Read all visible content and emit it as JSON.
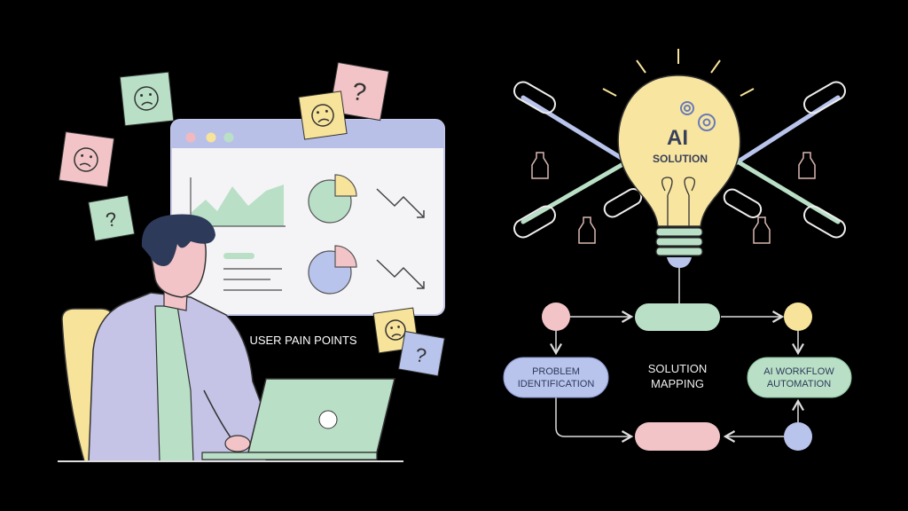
{
  "left_panel": {
    "caption": "USER PAIN POINTS",
    "sticky_notes": [
      {
        "icon": "sad-face-icon",
        "color": "#b9e0c6"
      },
      {
        "icon": "question-mark-icon",
        "text": "?",
        "color": "#f2c4c7"
      },
      {
        "icon": "sad-face-icon",
        "color": "#f7e39a"
      },
      {
        "icon": "sad-face-icon",
        "color": "#f2c4c7"
      },
      {
        "icon": "question-mark-icon",
        "text": "?",
        "color": "#b9e0c6"
      },
      {
        "icon": "sad-face-icon",
        "color": "#f7e39a"
      },
      {
        "icon": "question-mark-icon",
        "text": "?",
        "color": "#b8c4ec"
      }
    ]
  },
  "right_panel": {
    "bulb": {
      "title": "AI",
      "subtitle": "SOLUTION"
    },
    "flow": {
      "problem": "PROBLEM\nIDENTIFICATION",
      "problem_lines": [
        "PROBLEM",
        "IDENTIFICATION"
      ],
      "mapping_lines": [
        "SOLUTION",
        "MAPPING"
      ],
      "automation_lines": [
        "AI WORKFLOW",
        "AUTOMATION"
      ]
    }
  },
  "colors": {
    "background": "#000000",
    "green": "#b9e0c6",
    "yellow": "#f7e39a",
    "pink": "#f2c4c7",
    "blue": "#b8c4ec",
    "lavender": "#c5c3e6",
    "navy": "#2e3a5a"
  }
}
